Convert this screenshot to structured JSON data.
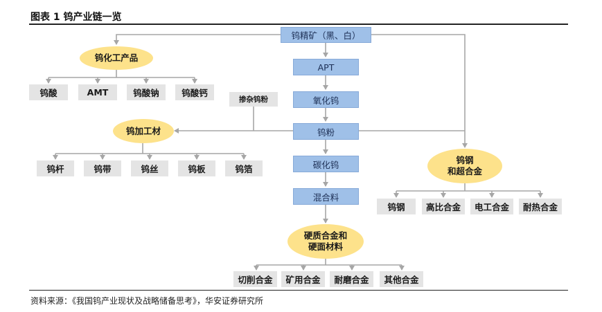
{
  "header": {
    "title": "图表 1 钨产业链一览"
  },
  "flow": {
    "ore": "钨精矿（黑、白）",
    "apt": "APT",
    "oxide": "氧化钨",
    "powder": "钨粉",
    "carbide": "碳化钨",
    "mix": "混合料",
    "doped": "掺杂钨粉"
  },
  "chemicals": {
    "label": "钨化工产品",
    "items": [
      "钨酸",
      "AMT",
      "钨酸钠",
      "钨酸钙"
    ]
  },
  "processed": {
    "label": "钨加工材",
    "items": [
      "钨杆",
      "钨带",
      "钨丝",
      "钨板",
      "钨箔"
    ]
  },
  "steel": {
    "label_line1": "钨钢",
    "label_line2": "和超合金",
    "items": [
      "钨钢",
      "高比合金",
      "电工合金",
      "耐热合金"
    ]
  },
  "hard": {
    "label_line1": "硬质合金和",
    "label_line2": "硬面材料",
    "items": [
      "切削合金",
      "矿用合金",
      "耐磨合金",
      "其他合金"
    ]
  },
  "footer": {
    "source": "资料来源：《我国钨产业现状及战略储备思考》，华安证券研究所"
  }
}
